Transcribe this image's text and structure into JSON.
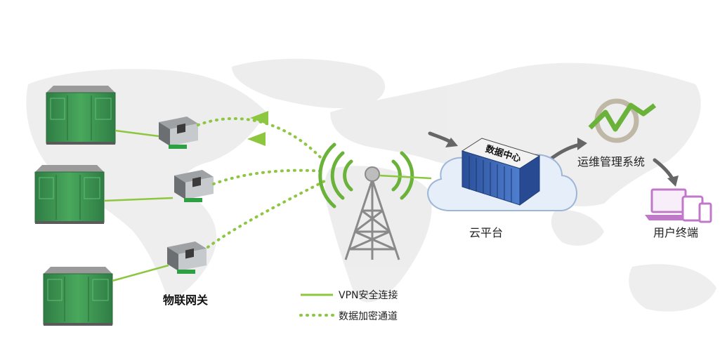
{
  "labels": {
    "gateway": "物联网关",
    "cloud": "云平台",
    "ops_system": "运维管理系统",
    "user_terminal": "用户终端",
    "server_box": "数据中心"
  },
  "legend": [
    {
      "label": "VPN安全连接",
      "style": "solid"
    },
    {
      "label": "数据加密通道",
      "style": "dotted"
    }
  ],
  "colors": {
    "accent_green": "#8dc63f",
    "substation_green": "#3f9a53",
    "server_blue": "#3a64b7",
    "terminal_purple": "#c079c8",
    "map_gray": "#e8e8e8",
    "arrow_gray": "#666666"
  },
  "icons": [
    "substation",
    "gateway-device",
    "signal-tower",
    "cloud",
    "server",
    "ops-logo",
    "laptop",
    "tablet",
    "phone"
  ]
}
